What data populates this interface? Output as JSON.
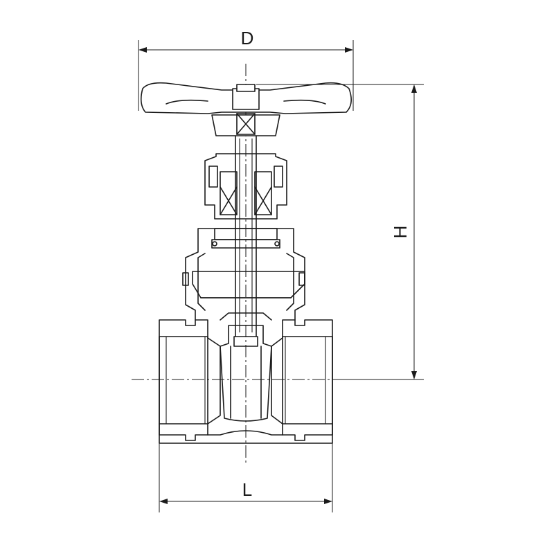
{
  "dimensions": {
    "width_label": "D",
    "height_label": "H",
    "length_label": "L"
  },
  "colors": {
    "line": "#1a1a1a",
    "background": "#ffffff"
  }
}
